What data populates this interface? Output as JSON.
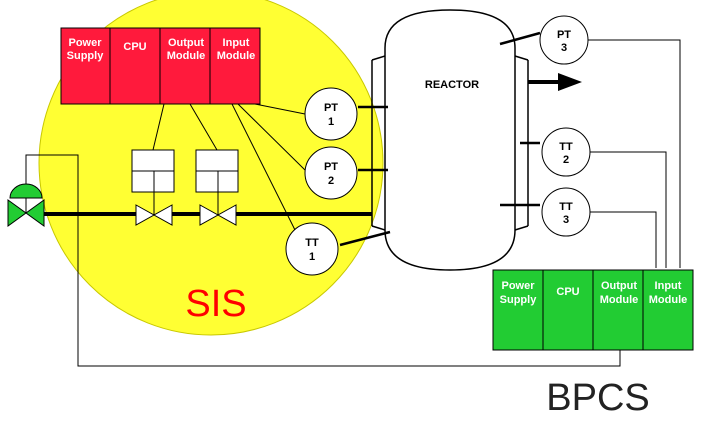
{
  "colors": {
    "sis_zone": "#ffff33",
    "sis_zone_stroke": "#c8c800",
    "sis_modules": "#ff1a3c",
    "bpcs_modules": "#22cc33",
    "sis_label": "#ff0000",
    "bpcs_label": "#222222",
    "line": "#000000"
  },
  "sis": {
    "label": "SIS",
    "modules": [
      {
        "line1": "Power",
        "line2": "Supply"
      },
      {
        "line1": "CPU",
        "line2": ""
      },
      {
        "line1": "Output",
        "line2": "Module"
      },
      {
        "line1": "Input",
        "line2": "Module"
      }
    ]
  },
  "bpcs": {
    "label": "BPCS",
    "modules": [
      {
        "line1": "Power",
        "line2": "Supply"
      },
      {
        "line1": "CPU",
        "line2": ""
      },
      {
        "line1": "Output",
        "line2": "Module"
      },
      {
        "line1": "Input",
        "line2": "Module"
      }
    ]
  },
  "reactor": {
    "label": "REACTOR"
  },
  "instruments": {
    "pt1": {
      "tag": "PT",
      "num": "1"
    },
    "pt2": {
      "tag": "PT",
      "num": "2"
    },
    "tt1": {
      "tag": "TT",
      "num": "1"
    },
    "pt3": {
      "tag": "PT",
      "num": "3"
    },
    "tt2": {
      "tag": "TT",
      "num": "2"
    },
    "tt3": {
      "tag": "TT",
      "num": "3"
    }
  }
}
